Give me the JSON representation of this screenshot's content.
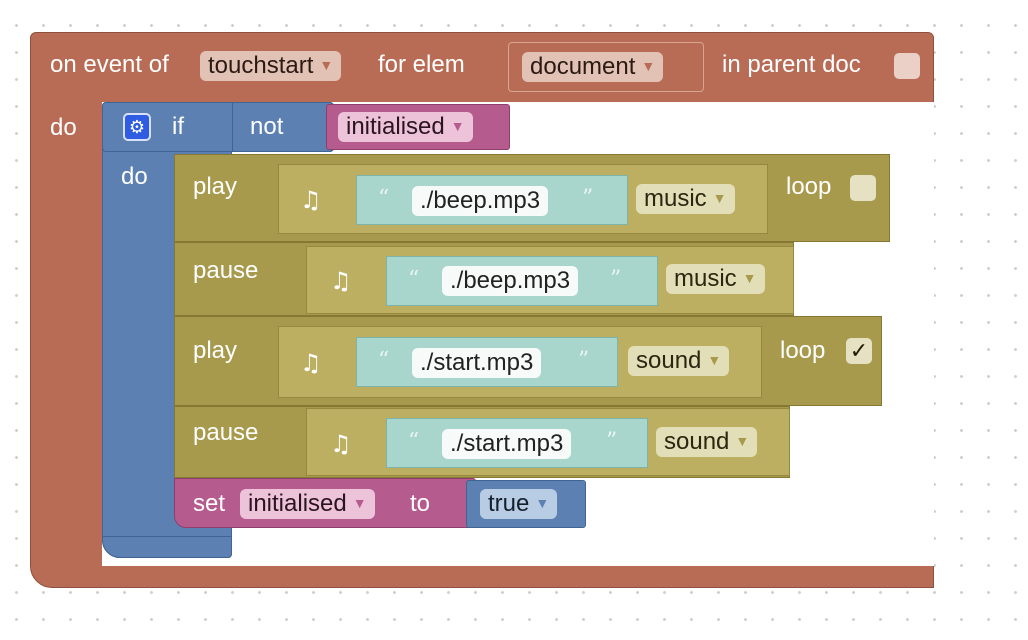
{
  "event_block": {
    "on_event_label": "on event of",
    "event_name": "touchstart",
    "for_elem_label": "for elem",
    "element": "document",
    "in_parent_doc_label": "in parent doc",
    "in_parent_doc_checked": false,
    "do_label": "do"
  },
  "if_block": {
    "if_label": "if",
    "not_label": "not",
    "variable": "initialised",
    "do_label": "do"
  },
  "statements": [
    {
      "action": "play",
      "file": "./beep.mp3",
      "channel": "music",
      "loop_label": "loop",
      "loop_checked": false
    },
    {
      "action": "pause",
      "file": "./beep.mp3",
      "channel": "music"
    },
    {
      "action": "play",
      "file": "./start.mp3",
      "channel": "sound",
      "loop_label": "loop",
      "loop_checked": true
    },
    {
      "action": "pause",
      "file": "./start.mp3",
      "channel": "sound"
    }
  ],
  "set_block": {
    "set_label": "set",
    "variable": "initialised",
    "to_label": "to",
    "value": "true"
  },
  "glyphs": {
    "music_note": "♫",
    "open_quote": "“",
    "close_quote": "”",
    "dropdown_arrow": "▼",
    "checkmark": "✓",
    "gear": "⚙"
  },
  "colors": {
    "event": "#b86c55",
    "logic": "#5b80b1",
    "variable": "#b55b8e",
    "sound": "#a89a4c",
    "string": "#a8d5cc"
  }
}
